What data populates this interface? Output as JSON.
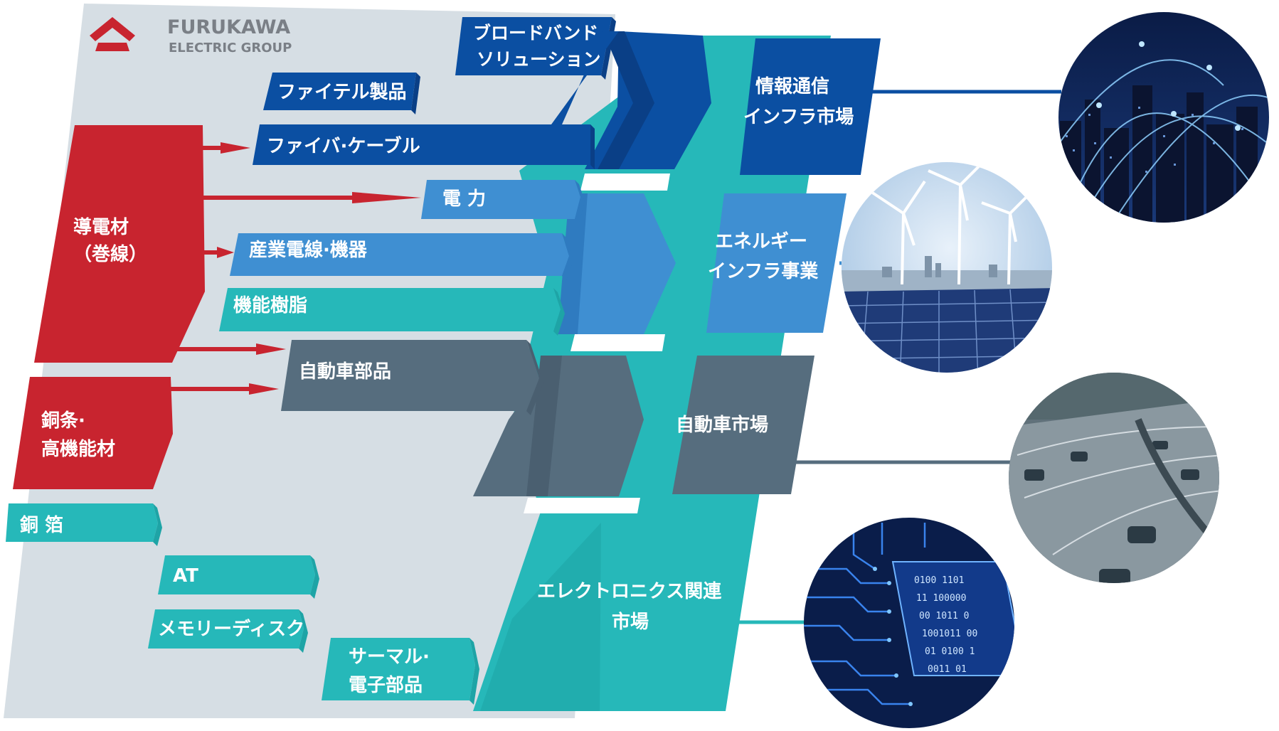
{
  "logo": {
    "line1": "FURUKAWA",
    "line2": "ELECTRIC GROUP"
  },
  "materials": {
    "conductive_1": "導電材",
    "conductive_2": "（巻線）",
    "copper_strip_1": "銅条·",
    "copper_strip_2": "高機能材",
    "copper_foil": "銅 箔"
  },
  "products": {
    "broadband_1": "ブロードバンド",
    "broadband_2": "ソリューション",
    "fitel": "ファイテル製品",
    "fiber_cable": "ファイバ·ケーブル",
    "power": "電 力",
    "industrial_wire": "産業電線·機器",
    "functional_resin": "機能樹脂",
    "automotive_parts": "自動車部品",
    "at": "AT",
    "memory_disk": "メモリーディスク",
    "thermal_1": "サーマル·",
    "thermal_2": "電子部品"
  },
  "markets": {
    "info_1": "情報通信",
    "info_2": "インフラ市場",
    "energy_1": "エネルギー",
    "energy_2": "インフラ事業",
    "automotive": "自動車市場",
    "electronics_1": "エレクトロニクス関連",
    "electronics_2": "市場"
  },
  "photos": [
    {
      "name": "city-network-photo"
    },
    {
      "name": "wind-solar-photo"
    },
    {
      "name": "highway-traffic-photo"
    },
    {
      "name": "circuit-board-photo"
    }
  ],
  "colors": {
    "red": "#c8242f",
    "dark_blue": "#0b4fa2",
    "mid_blue": "#3f8fd2",
    "teal": "#26b8b9",
    "slate": "#566d7e",
    "panel": "#d6dee4"
  }
}
